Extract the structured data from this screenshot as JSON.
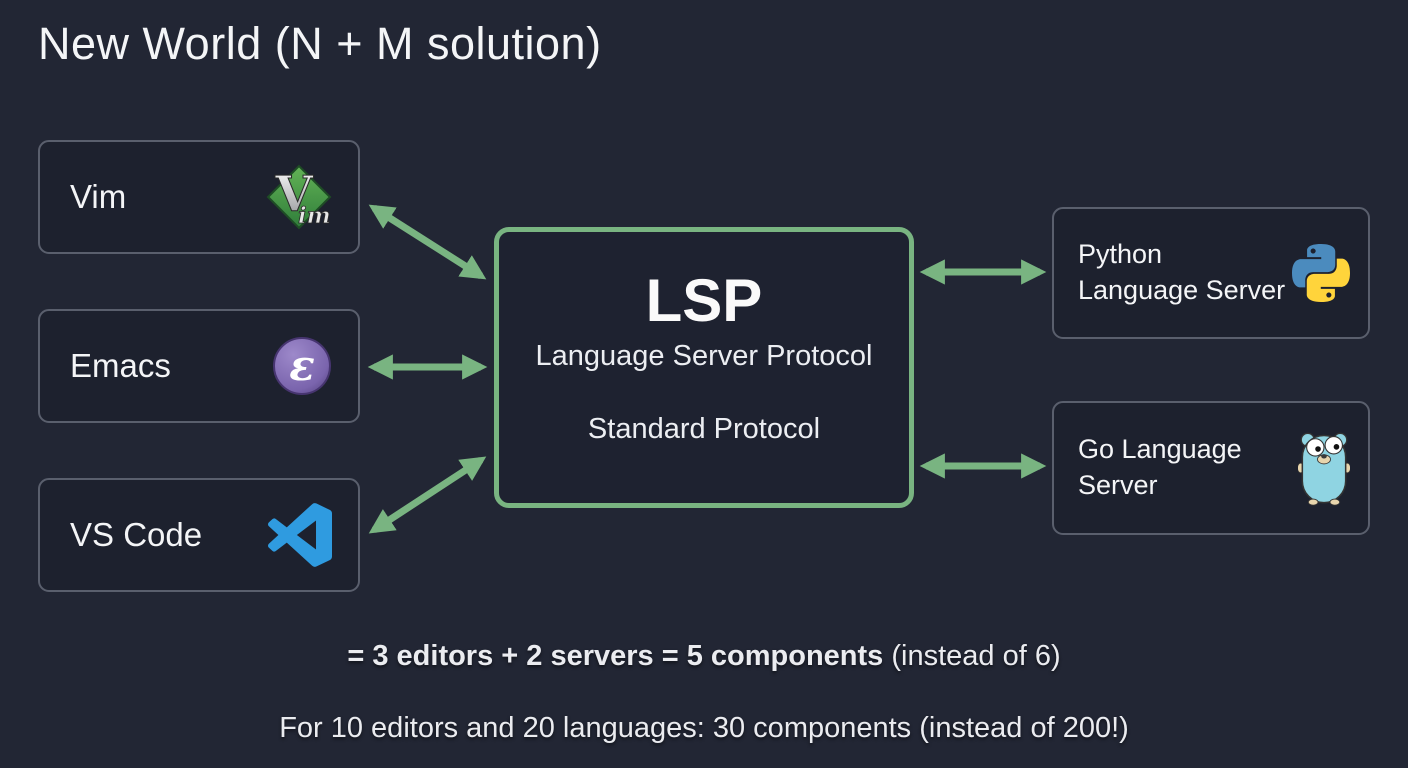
{
  "title": "New World (N + M solution)",
  "editors": [
    {
      "label": "Vim",
      "icon": "vim-icon"
    },
    {
      "label": "Emacs",
      "icon": "emacs-icon"
    },
    {
      "label": "VS Code",
      "icon": "vscode-icon"
    }
  ],
  "hub": {
    "acronym": "LSP",
    "name": "Language Server Protocol",
    "tagline": "Standard Protocol"
  },
  "servers": [
    {
      "line1": "Python",
      "line2": "Language Server",
      "icon": "python-icon"
    },
    {
      "line1": "Go Language",
      "line2": "Server",
      "icon": "go-icon"
    }
  ],
  "summary": {
    "equation_bold": "= 3 editors + 2 servers = 5 components",
    "equation_note": " (instead of 6)",
    "scaling": "For 10 editors and 20 languages: 30 components (instead of 200!)"
  },
  "colors": {
    "background": "#222634",
    "panel": "#1d212e",
    "panel_border": "#5a5f6d",
    "accent_green": "#79b481"
  }
}
